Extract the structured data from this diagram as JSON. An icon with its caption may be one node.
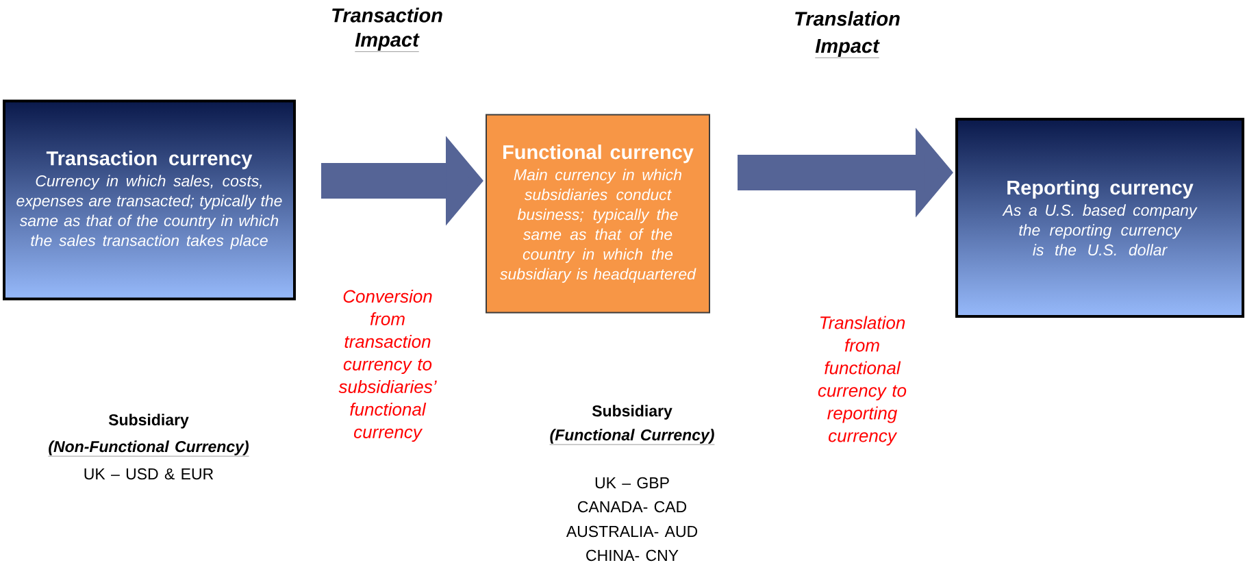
{
  "diagram": {
    "nodes": [
      {
        "text": [
          "Transaction currency",
          "Currency in which sales, costs, expenses are transacted; typically the same as that of the country in which the sales transaction takes place"
        ]
      },
      {
        "text": [
          "Functional currency",
          "Main currency in which subsidiaries conduct business; typically the same as that of the country in which the subsidiary is headquartered"
        ]
      },
      {
        "text": [
          "Reporting currency",
          "As a U.S. based company the reporting currency is the U.S. dollar"
        ]
      }
    ],
    "edges": [
      {
        "from": 0,
        "to": 1,
        "arrow": "to"
      },
      {
        "from": 1,
        "to": 2,
        "arrow": "to"
      }
    ],
    "labels": [
      "Transaction",
      "Impact",
      "Translation",
      "Impact",
      "Conversion from transaction currency to subsidiaries’ functional currency",
      "Translation from functional currency to reporting currency",
      "Subsidiary",
      "(Non-Functional Currency)",
      "UK – USD & EUR",
      "Subsidiary",
      "(Functional Currency)",
      "UK – GBP",
      "CANADA- CAD",
      "AUSTRALIA- AUD",
      "CHINA- CNY"
    ]
  }
}
